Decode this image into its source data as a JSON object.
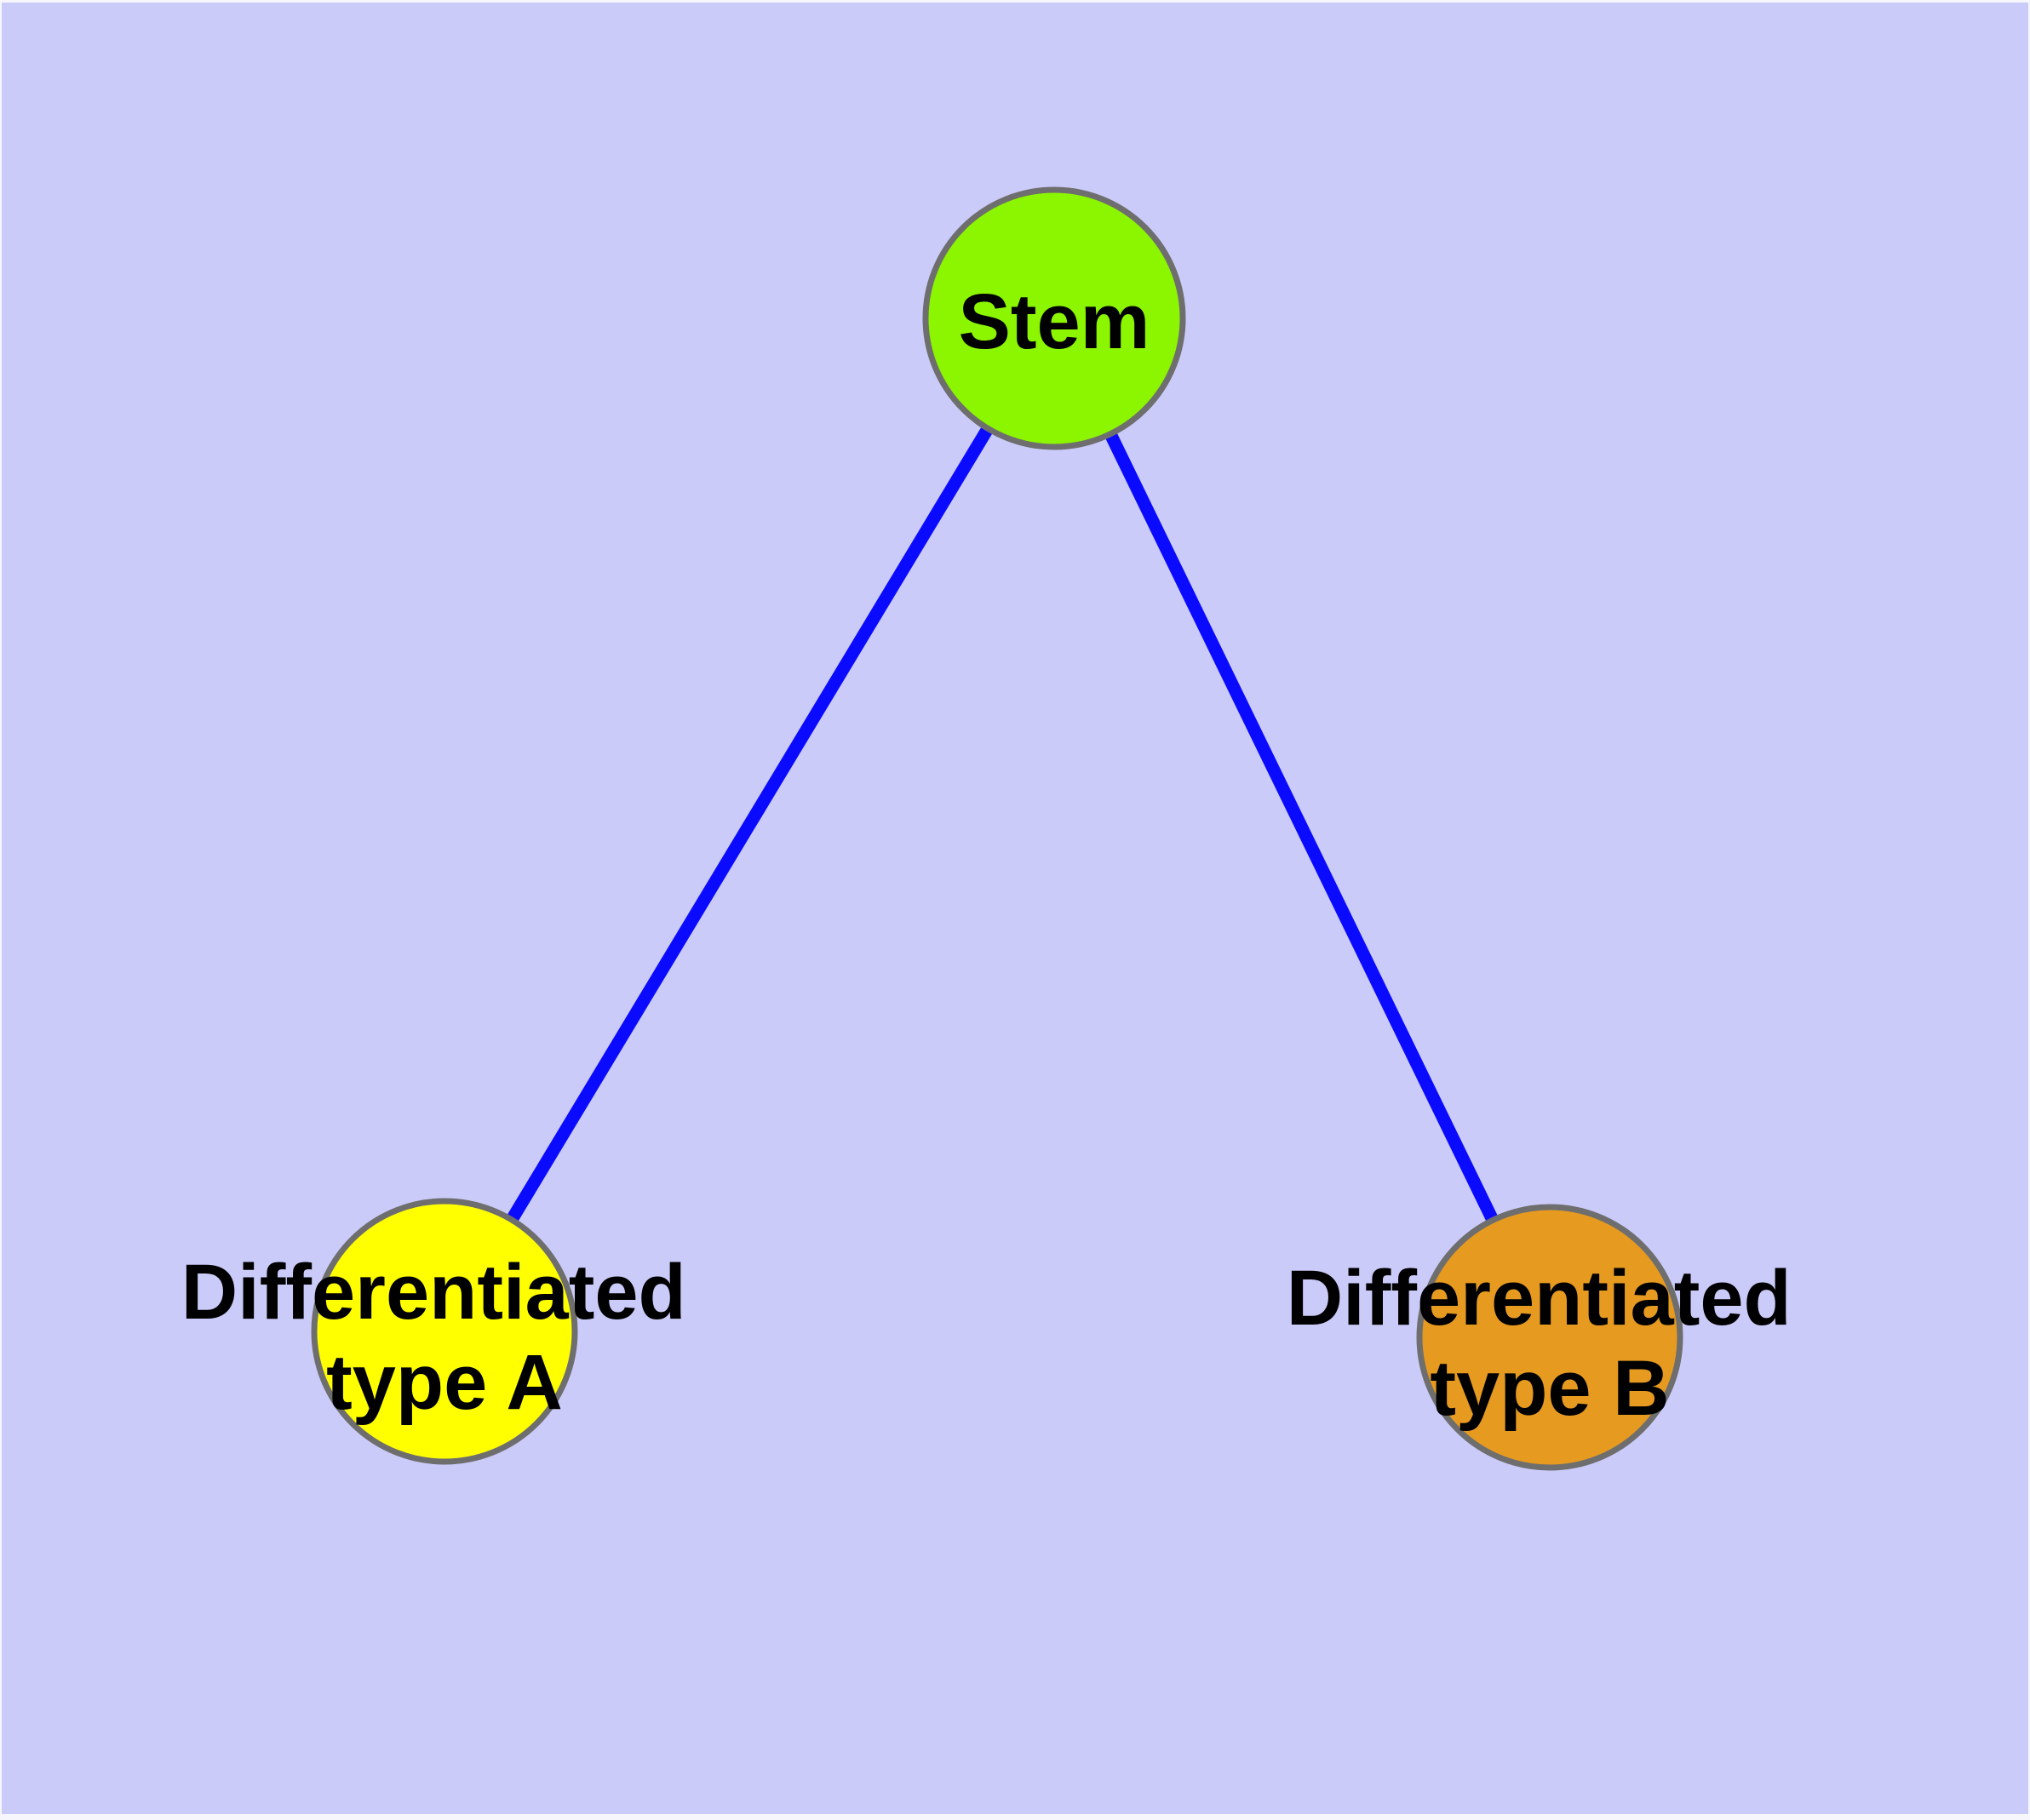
{
  "figure": {
    "type": "graph-diagram",
    "background_color": "#cbcbfa",
    "page_margin_color": "#f6f6fc",
    "node_border_color": "#6e6e6e",
    "label_text_color": "#000000"
  },
  "nodes": {
    "stem": {
      "label": "Stem",
      "fill": "#8cf500"
    },
    "diff_a": {
      "label_line1": "Differentiated",
      "label_line2": "type A",
      "fill": "#ffff00"
    },
    "diff_b": {
      "label_line1": "Differentiated",
      "label_line2": "type B",
      "fill": "#e69a20"
    }
  },
  "edges": {
    "color": "#0a0aff",
    "connections": [
      {
        "from": "Stem",
        "to": "Differentiated type A"
      },
      {
        "from": "Stem",
        "to": "Differentiated type B"
      }
    ]
  }
}
